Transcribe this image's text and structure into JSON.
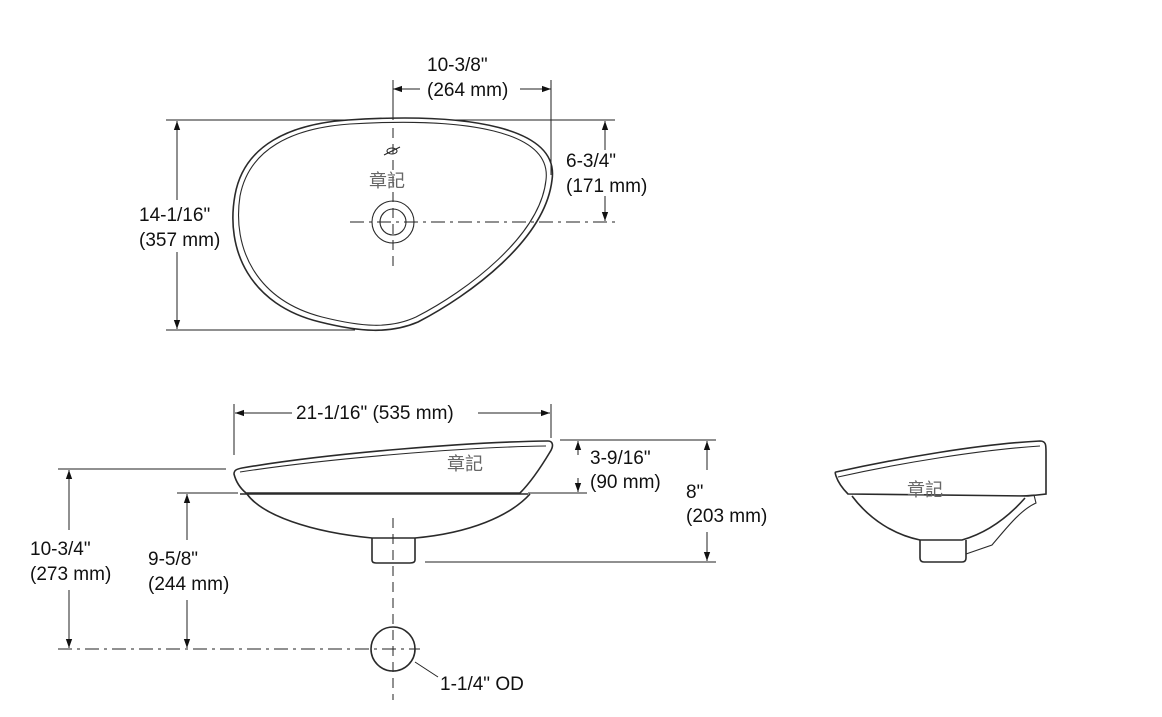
{
  "top_view": {
    "dim_width": [
      "10-3/8\"",
      "(264 mm)"
    ],
    "dim_depth": [
      "14-1/16\"",
      "(357 mm)"
    ],
    "dim_drain_offset": [
      "6-3/4\"",
      "(171 mm)"
    ],
    "watermark": "章記"
  },
  "front_view": {
    "dim_length": "21-1/16\" (535 mm)",
    "dim_rim_height": [
      "3-9/16\"",
      "(90 mm)"
    ],
    "dim_total_height": [
      "8\"",
      "(203 mm)"
    ],
    "dim_outlet_height": [
      "10-3/4\"",
      "(273 mm)"
    ],
    "dim_deck_to_outlet": [
      "9-5/8\"",
      "(244 mm)"
    ],
    "dim_outlet_od": "1-1/4\" OD",
    "watermark": "章記"
  },
  "side_view": {
    "watermark": "章記"
  }
}
